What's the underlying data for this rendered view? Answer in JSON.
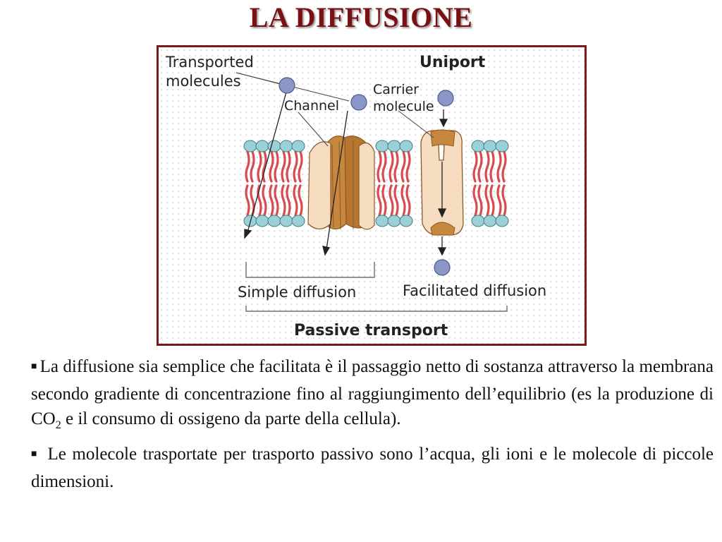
{
  "slide": {
    "title": "LA DIFFUSIONE"
  },
  "figure": {
    "label_transported": [
      "Transported",
      "molecules"
    ],
    "label_uniport": "Uniport",
    "label_channel": "Channel",
    "label_carrier": [
      "Carrier",
      "molecule"
    ],
    "label_simple": "Simple diffusion",
    "label_facilitated": "Facilitated diffusion",
    "label_passive": "Passive transport",
    "colors": {
      "frame": "#7a1a1a",
      "head": "#9ad0d6",
      "tail": "#d94a50",
      "channel": "#c8873e",
      "carrier_light": "#f6dcc0",
      "molecule": "#8a97c8"
    }
  },
  "body": {
    "bullet_glyph": "■",
    "p1_line": "La diffusione sia semplice che facilitata è il passaggio netto di sostanza attraverso la membrana secondo gradiente di concentrazione fino al raggiungimento dell’equilibrio (es la produzione di CO",
    "p1_sub": "2",
    "p1_end": " e il consumo di ossigeno da parte della cellula).",
    "p2": "Le molecole trasportate per trasporto passivo sono l’acqua, gli ioni e le molecole di piccole dimensioni."
  }
}
